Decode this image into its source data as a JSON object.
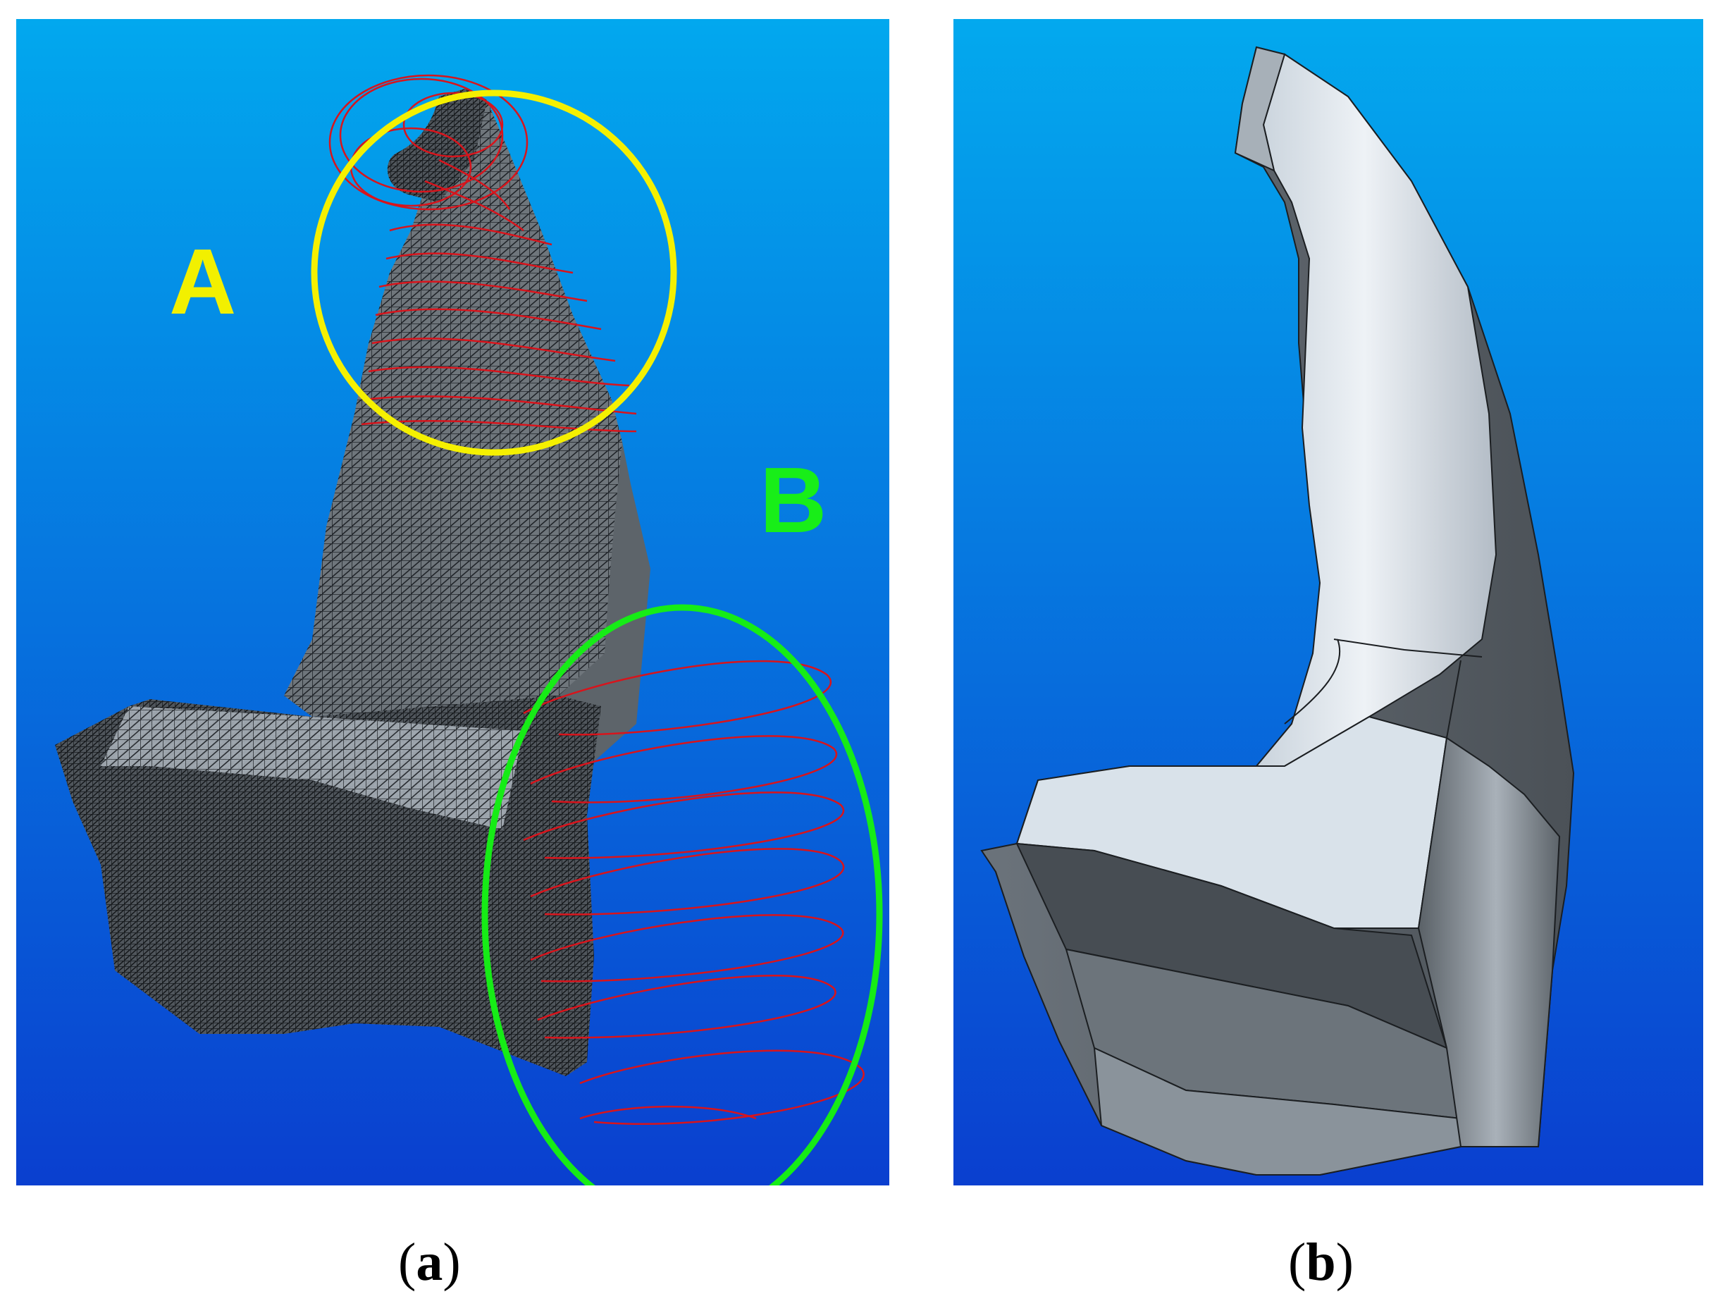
{
  "figure": {
    "panels": [
      {
        "id": "a",
        "caption_open": "(",
        "caption_letter": "a",
        "caption_close": ")",
        "labels": {
          "A": "A",
          "B": "B"
        },
        "colors": {
          "background_top": "#02a8ee",
          "background_bottom": "#0a3fcf",
          "label_A": "#f2f000",
          "label_B": "#18ee18",
          "circle_A": "#f5f000",
          "ellipse_B": "#16ec16",
          "curves": "#d8141c"
        }
      },
      {
        "id": "b",
        "caption_open": "(",
        "caption_letter": "b",
        "caption_close": ")",
        "colors": {
          "background_top": "#03a9ee",
          "background_bottom": "#0a3fcf",
          "surface_light": "#dfe6ee",
          "surface_dark": "#4d5359"
        }
      }
    ]
  }
}
